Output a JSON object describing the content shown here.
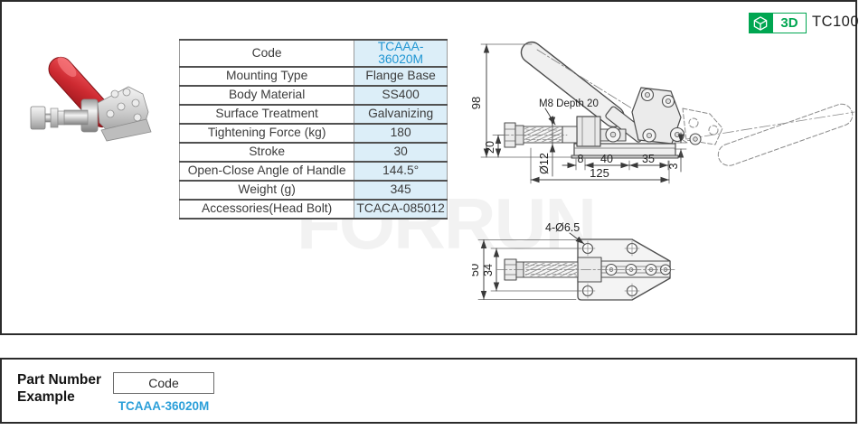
{
  "header": {
    "badge_3d": "3D",
    "model": "TC100"
  },
  "colors": {
    "accent_blue": "#2196d3",
    "badge_green": "#00a651",
    "table_value_bg": "#dceef8"
  },
  "spec_table": {
    "rows": [
      {
        "label": "Code",
        "value": "TCAAA-36020M"
      },
      {
        "label": "Mounting Type",
        "value": "Flange Base"
      },
      {
        "label": "Body Material",
        "value": "SS400"
      },
      {
        "label": "Surface Treatment",
        "value": "Galvanizing"
      },
      {
        "label": "Tightening Force (kg)",
        "value": "180"
      },
      {
        "label": "Stroke",
        "value": "30"
      },
      {
        "label": "Open-Close  Angle of Handle",
        "value": "144.5°"
      },
      {
        "label": "Weight (g)",
        "value": "345"
      },
      {
        "label": "Accessories(Head Bolt)",
        "value": "TCACA-085012"
      }
    ]
  },
  "drawings": {
    "side_view": {
      "dim_overall_height": "98",
      "dim_base_to_center": "20",
      "thread_note": "M8 Depth 20",
      "dim_rod_diameter": "Ø12",
      "dim_8": "8",
      "dim_40": "40",
      "dim_35": "35",
      "dim_3": "3",
      "dim_overall_length": "125"
    },
    "plan_view": {
      "dim_base_width": "50",
      "dim_hole_spacing": "34",
      "hole_note": "4-Ø6.5"
    }
  },
  "part_number_example": {
    "title_line1": "Part Number",
    "title_line2": "Example",
    "box_label": "Code",
    "example_code": "TCAAA-36020M"
  },
  "watermark": "FORRUN"
}
